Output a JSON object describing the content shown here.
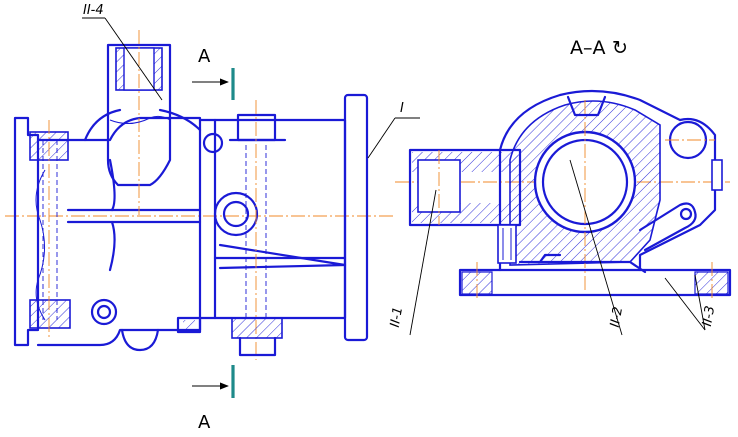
{
  "labels": {
    "part_1": "I",
    "part_2_1": "II-1",
    "part_2_2": "II-2",
    "part_2_3": "II-3",
    "part_2_4": "II-4",
    "section_top": "A",
    "section_bottom": "A",
    "section_view_title": "A–A",
    "rotation_symbol": "↻"
  },
  "colors": {
    "outline": "#1a1ad6",
    "axis": "#f08a2a",
    "cutting_plane": "#1e8a8a",
    "leader": "#000000"
  }
}
